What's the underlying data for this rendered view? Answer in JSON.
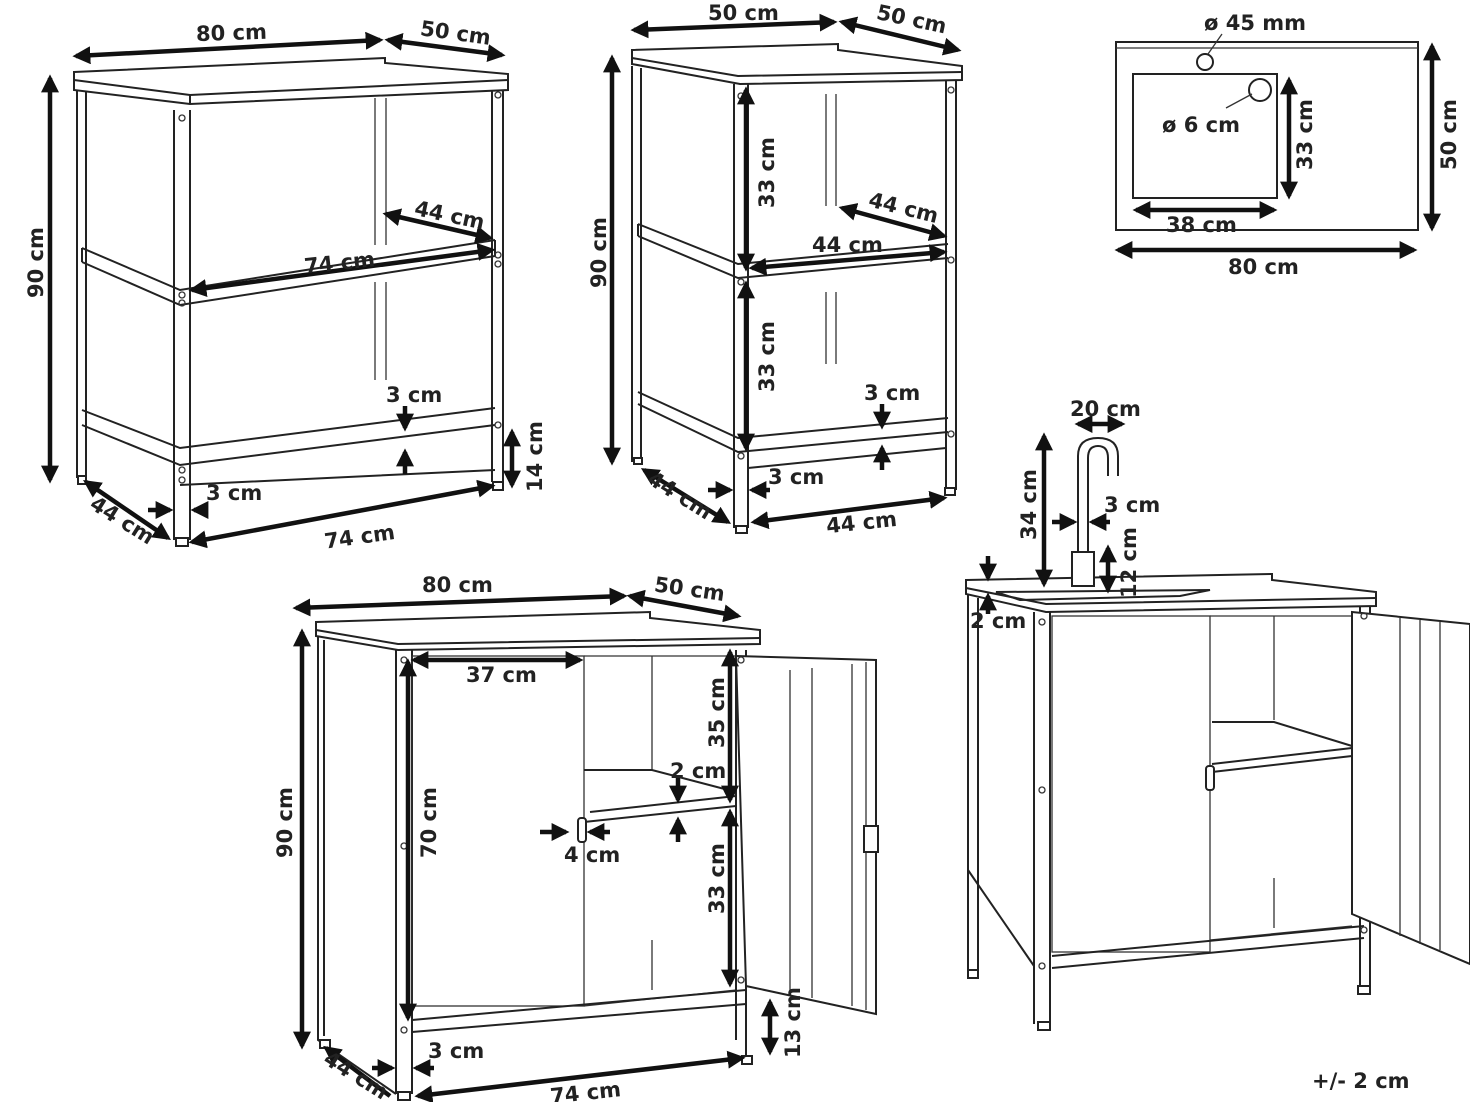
{
  "labels": {
    "shelf_wide": {
      "width": "80 cm",
      "depth": "50 cm",
      "height": "90 cm",
      "shelf_depth": "44 cm",
      "shelf_width": "74 cm",
      "shelf_gap": "3 cm",
      "leg_height": "14 cm",
      "leg": "3 cm",
      "base_depth": "44 cm",
      "base_width": "74 cm"
    },
    "shelf_narrow": {
      "width": "50 cm",
      "depth": "50 cm",
      "height": "90 cm",
      "upper_height": "33 cm",
      "shelf_depth": "44 cm",
      "shelf_width": "44 cm",
      "lower_height": "33 cm",
      "shelf_gap": "3 cm",
      "leg": "3 cm",
      "base_depth": "44 cm",
      "base_width": "44 cm"
    },
    "sink_top": {
      "hole": "ø 45 mm",
      "drain": "ø 6 cm",
      "bowl_depth": "33 cm",
      "bowl_width": "38 cm",
      "top_depth": "50 cm",
      "top_width": "80 cm"
    },
    "cabinet": {
      "width": "80 cm",
      "depth": "50 cm",
      "height": "90 cm",
      "inner_width": "37 cm",
      "inner_height": "70 cm",
      "upper_height": "35 cm",
      "shelf_thickness": "2 cm",
      "handle": "4 cm",
      "lower_height": "33 cm",
      "leg_height": "13 cm",
      "leg": "3 cm",
      "base_depth": "44 cm",
      "base_width": "74 cm"
    },
    "sink_cabinet": {
      "faucet_reach": "20 cm",
      "faucet_height": "34 cm",
      "faucet_dia": "3 cm",
      "basin_depth": "12 cm",
      "rim": "2 cm"
    },
    "tolerance": "+/- 2 cm"
  }
}
